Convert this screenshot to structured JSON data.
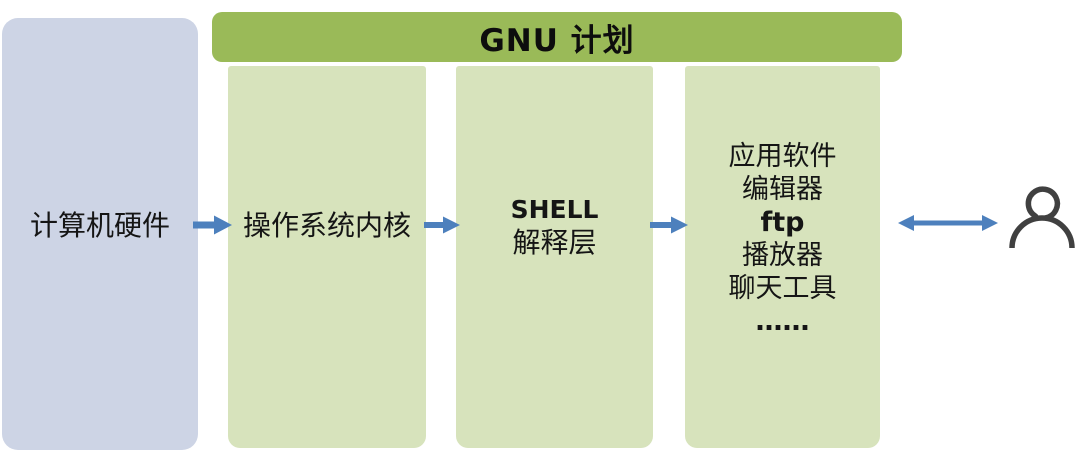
{
  "diagram": {
    "header": {
      "title": "GNU 计划",
      "color": "#9aba58"
    },
    "hardware": {
      "label": "计算机硬件",
      "color": "#cdd4e5"
    },
    "kernel": {
      "label": "操作系统内核",
      "color": "#d7e3bc"
    },
    "shell": {
      "title": "SHELL",
      "subtitle": "解释层",
      "color": "#d7e3bc"
    },
    "apps": {
      "lines": [
        "应用软件",
        "编辑器",
        "ftp",
        "播放器",
        "聊天工具",
        "……"
      ],
      "color": "#d7e3bc"
    },
    "arrows": {
      "color": "#4d80bd"
    },
    "user": {
      "icon": "person-outline-icon",
      "color": "#404040"
    }
  }
}
